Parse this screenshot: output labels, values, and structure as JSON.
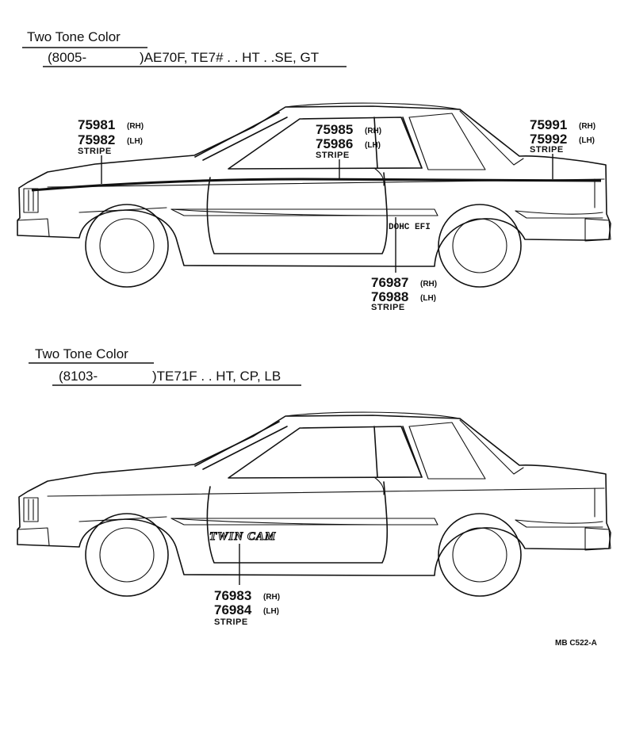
{
  "section1": {
    "heading": "Two Tone Color",
    "applicability_date": "(8005-",
    "applicability_models": ")AE70F, TE7# . . HT . .SE, GT",
    "callouts": {
      "front_stripe": {
        "rh": "75981",
        "rh_tag": "(RH)",
        "lh": "75982",
        "lh_tag": "(LH)",
        "label": "STRIPE"
      },
      "door_stripe": {
        "rh": "75985",
        "rh_tag": "(RH)",
        "lh": "75986",
        "lh_tag": "(LH)",
        "label": "STRIPE"
      },
      "rear_stripe": {
        "rh": "75991",
        "rh_tag": "(RH)",
        "lh": "75992",
        "lh_tag": "(LH)",
        "label": "STRIPE"
      },
      "lower_stripe": {
        "rh": "76987",
        "rh_tag": "(RH)",
        "lh": "76988",
        "lh_tag": "(LH)",
        "label": "STRIPE"
      }
    },
    "badge": "DOHC EFI"
  },
  "section2": {
    "heading": "Two Tone Color",
    "applicability_date": "(8103-",
    "applicability_models": ")TE71F . . HT, CP, LB",
    "callouts": {
      "lower_stripe": {
        "rh": "76983",
        "rh_tag": "(RH)",
        "lh": "76984",
        "lh_tag": "(LH)",
        "label": "STRIPE"
      }
    },
    "badge": "TWIN CAM"
  },
  "figure_code": "MB C522-A"
}
